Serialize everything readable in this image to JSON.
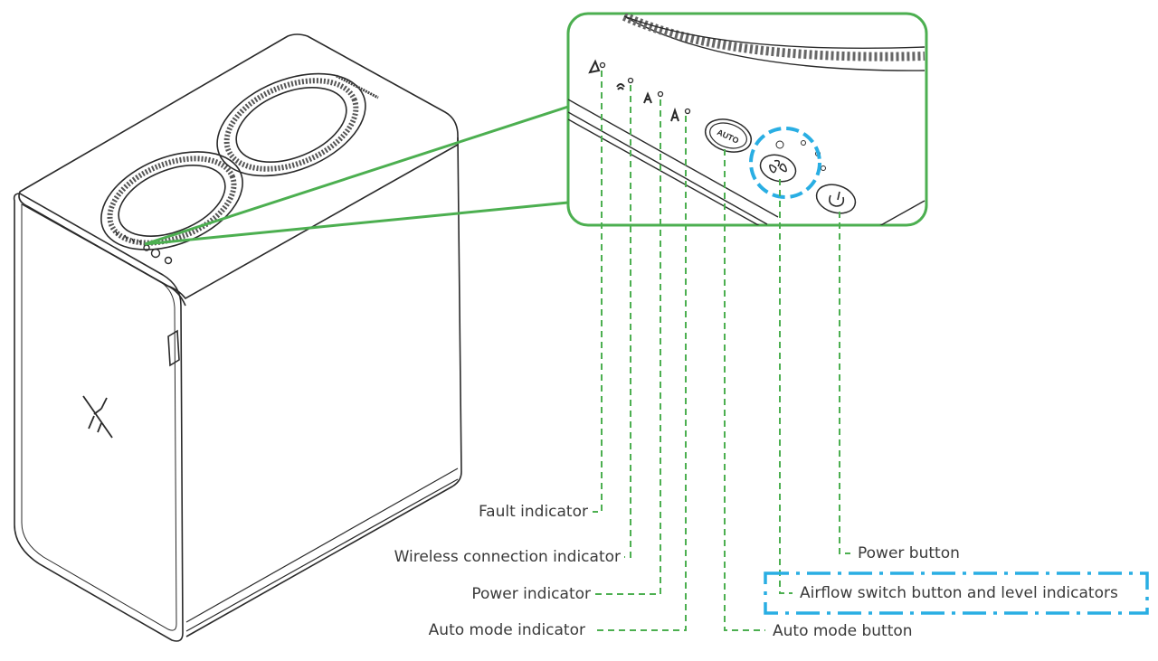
{
  "labels": {
    "fault_indicator": "Fault indicator",
    "wireless_indicator": "Wireless connection indicator",
    "power_indicator": "Power indicator",
    "auto_mode_indicator": "Auto mode indicator",
    "power_button": "Power button",
    "airflow_button": "Airflow switch button and level indicators",
    "auto_mode_button": "Auto mode button"
  },
  "button_text": {
    "auto": "AUTO"
  },
  "colors": {
    "leader_green": "#4caf50",
    "highlight_blue": "#29aee3",
    "outline": "#2a2a2a",
    "text": "#3a3a3a"
  },
  "icons": {
    "fault": "warning-triangle-icon",
    "wireless": "wifi-icon",
    "power_ind": "plug-icon",
    "auto_ind": "auto-a-icon",
    "airflow": "fan-icon",
    "power_btn": "power-icon",
    "logo": "x-logo-icon"
  }
}
